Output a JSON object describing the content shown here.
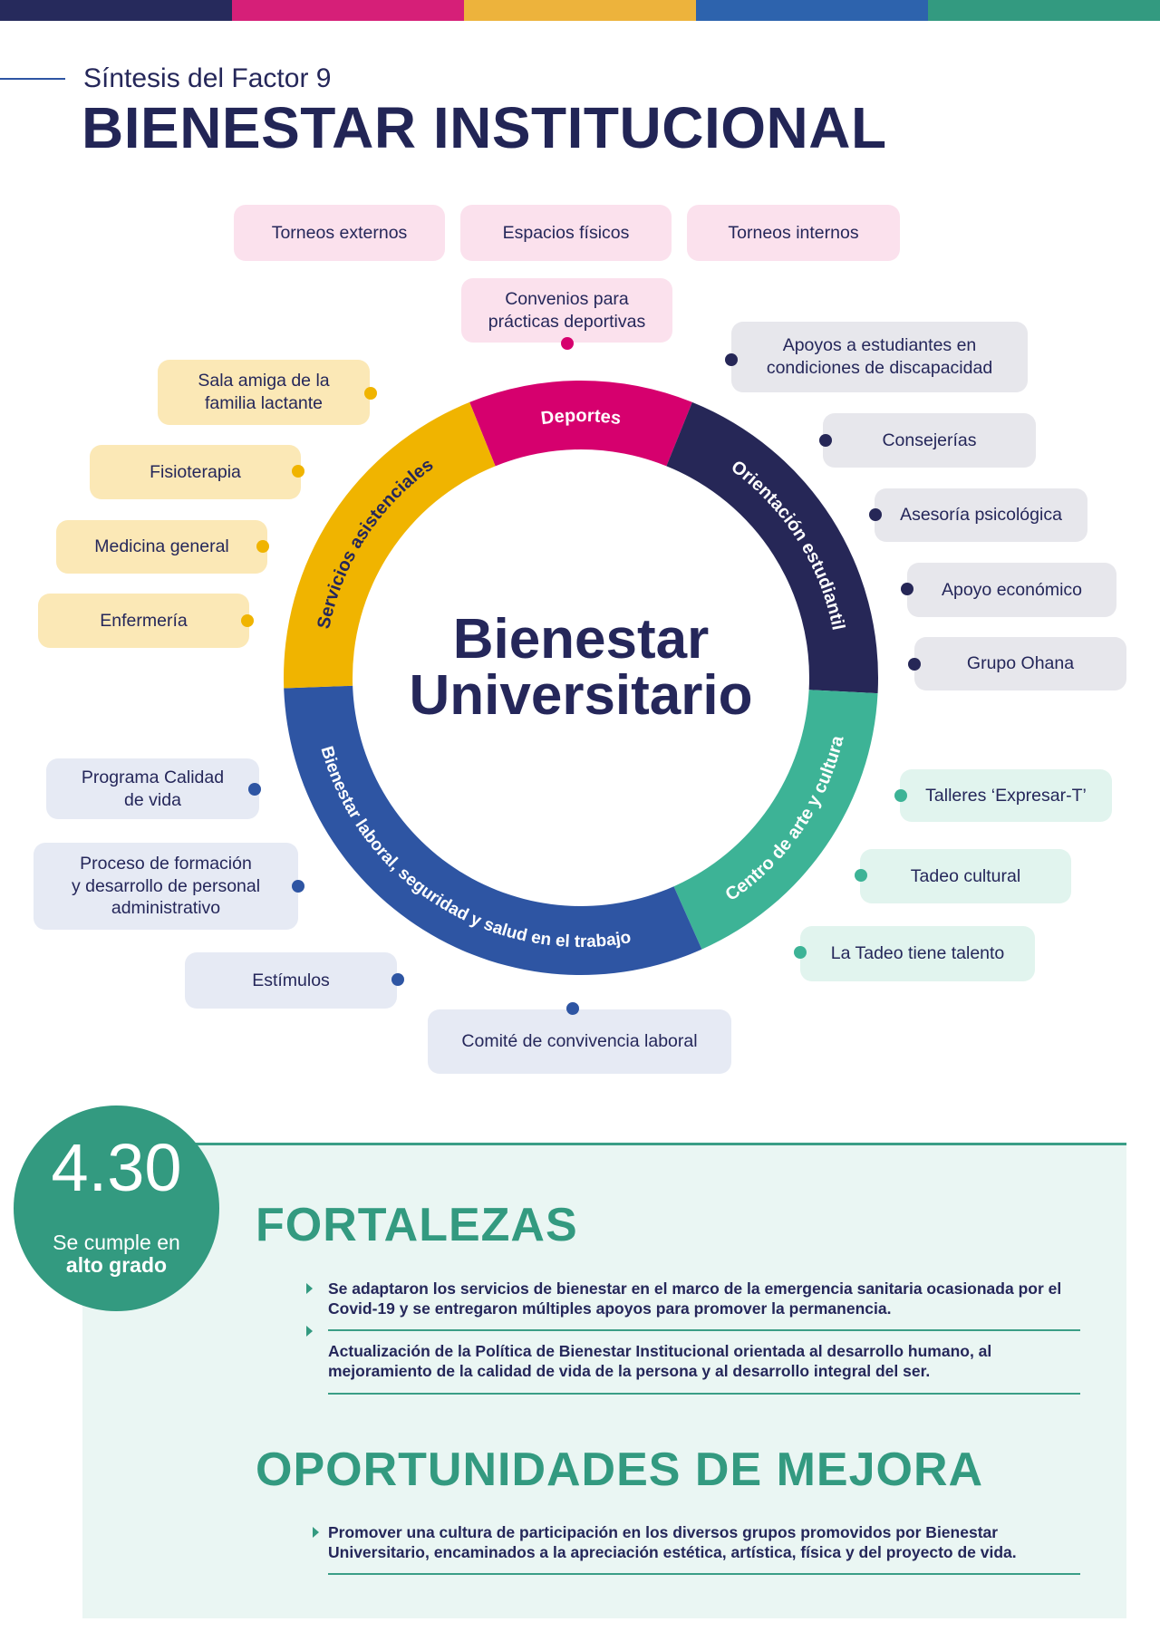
{
  "header": {
    "subtitle": "Síntesis del Factor 9",
    "title": "BIENESTAR INSTITUCIONAL",
    "bar_colors": [
      "#262a5c",
      "#d61f78",
      "#edb33c",
      "#2d63ad",
      "#339a80"
    ]
  },
  "diagram": {
    "center_line1": "Bienestar",
    "center_line2": "Universitario",
    "segments": {
      "deportes": {
        "label": "Deportes",
        "color": "#d6006e",
        "text_color": "#ffffff"
      },
      "orientacion": {
        "label": "Orientación estudiantil",
        "color": "#262757",
        "text_color": "#ffffff"
      },
      "cultura": {
        "label": "Centro de arte y cultura",
        "color": "#3db396",
        "text_color": "#ffffff"
      },
      "laboral": {
        "label": "Bienestar laboral, seguridad y salud en el trabajo",
        "color": "#2e55a3",
        "text_color": "#ffffff"
      },
      "servicios": {
        "label": "Servicios asistenciales",
        "color": "#f0b400",
        "text_color": "#25275a"
      }
    },
    "deportes_items": [
      "Torneos externos",
      "Espacios físicos",
      "Torneos internos",
      "Convenios para\nprácticas deportivas"
    ],
    "servicios_items": [
      "Sala amiga de la\nfamilia lactante",
      "Fisioterapia",
      "Medicina general",
      "Enfermería"
    ],
    "orientacion_items": [
      "Apoyos a estudiantes en\ncondiciones de discapacidad",
      "Consejerías",
      "Asesoría psicológica",
      "Apoyo económico",
      "Grupo Ohana"
    ],
    "laboral_items": [
      "Programa Calidad\nde vida",
      "Proceso de formación\ny desarrollo de personal\nadministrativo",
      "Estímulos",
      "Comité de convivencia laboral"
    ],
    "cultura_items": [
      "Talleres ‘Expresar-T’",
      "Tadeo cultural",
      "La Tadeo tiene talento"
    ]
  },
  "score": {
    "value": "4.30",
    "line1": "Se cumple en",
    "line2": "alto grado"
  },
  "fortalezas": {
    "title": "FORTALEZAS",
    "items": [
      "Se adaptaron los servicios de bienestar en el marco de la emergencia sanitaria ocasionada por el Covid-19 y se entregaron múltiples apoyos para promover la permanencia.",
      "Actualización de la Política de Bienestar Institucional orientada al desarrollo humano, al mejoramiento de la calidad de vida de la persona y al desarrollo integral del ser."
    ]
  },
  "oportunidades": {
    "title": "OPORTUNIDADES DE MEJORA",
    "items": [
      "Promover una cultura de participación en los diversos grupos promovidos por Bienestar Universitario, encaminados a la apreciación estética, artística, física y del proyecto de vida."
    ]
  }
}
